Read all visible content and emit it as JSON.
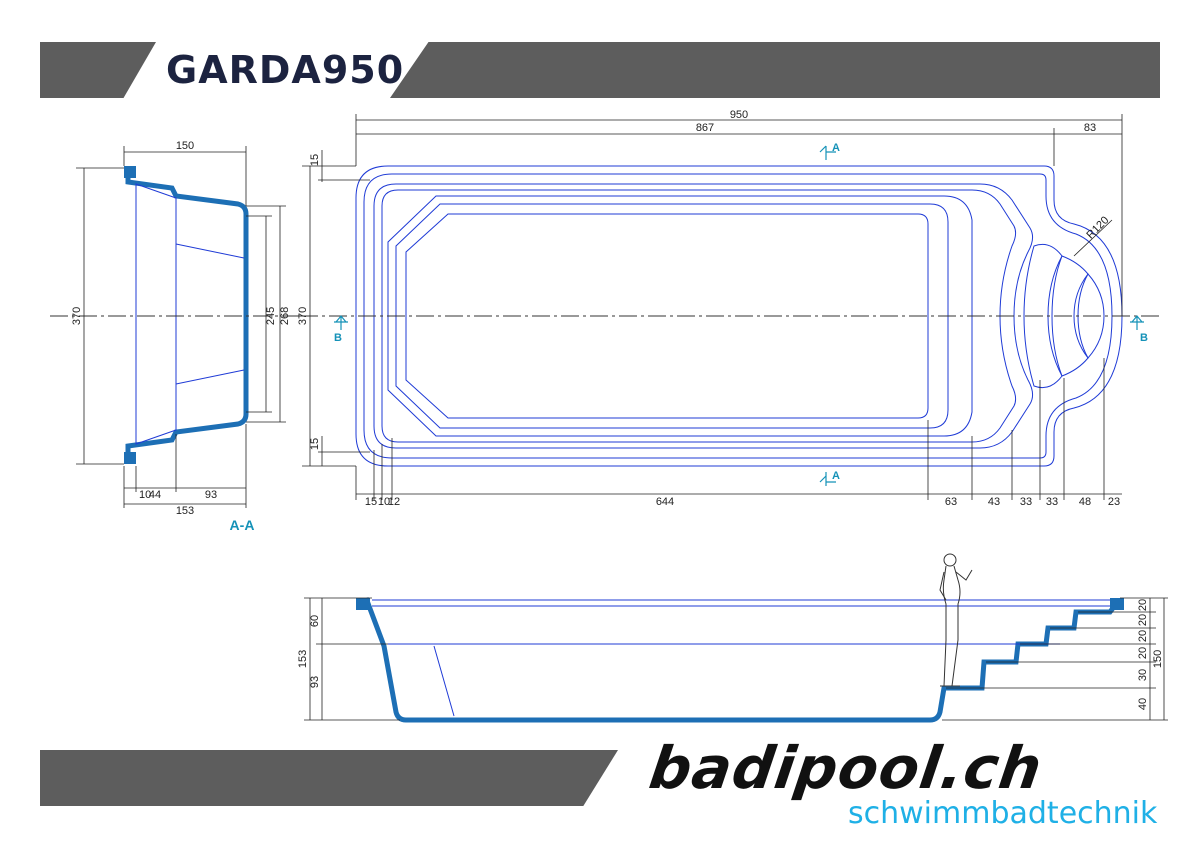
{
  "title": "GARDA950",
  "brand": {
    "name": "badipool.ch",
    "tagline": "schwimmbadtechnik"
  },
  "colors": {
    "band": "#5d5d5d",
    "title": "#1c2340",
    "outline": "#1f3bd6",
    "shell": "#1d6fb5",
    "cut_marker": "#1592b8",
    "tagline": "#1fb0e6"
  },
  "section_view": {
    "label": "A-A",
    "dims": {
      "top_width": "150",
      "height_total": "370",
      "inner_245": "245",
      "inner_268": "268",
      "bottom_a": "10",
      "bottom_b": "44",
      "bottom_c": "93",
      "bottom_total": "153"
    }
  },
  "plan_view": {
    "dims": {
      "length_total": "950",
      "length_main": "867",
      "length_end": "83",
      "width_total": "370",
      "edge_top": "15",
      "edge_bottom": "15",
      "pool_length": "644",
      "left_15": "15",
      "left_10": "10",
      "left_12": "12",
      "steps": [
        "63",
        "43",
        "33",
        "33",
        "48",
        "23"
      ],
      "radius": "R120"
    },
    "cut_markers": {
      "a_top": "A",
      "a_bottom": "A",
      "b_left": "B",
      "b_right": "B"
    }
  },
  "long_section": {
    "dims": {
      "depth_total": "153",
      "depth_upper": "60",
      "depth_lower": "93",
      "step_heights": [
        "20",
        "20",
        "20",
        "20",
        "30",
        "40"
      ],
      "step_total": "150"
    }
  }
}
